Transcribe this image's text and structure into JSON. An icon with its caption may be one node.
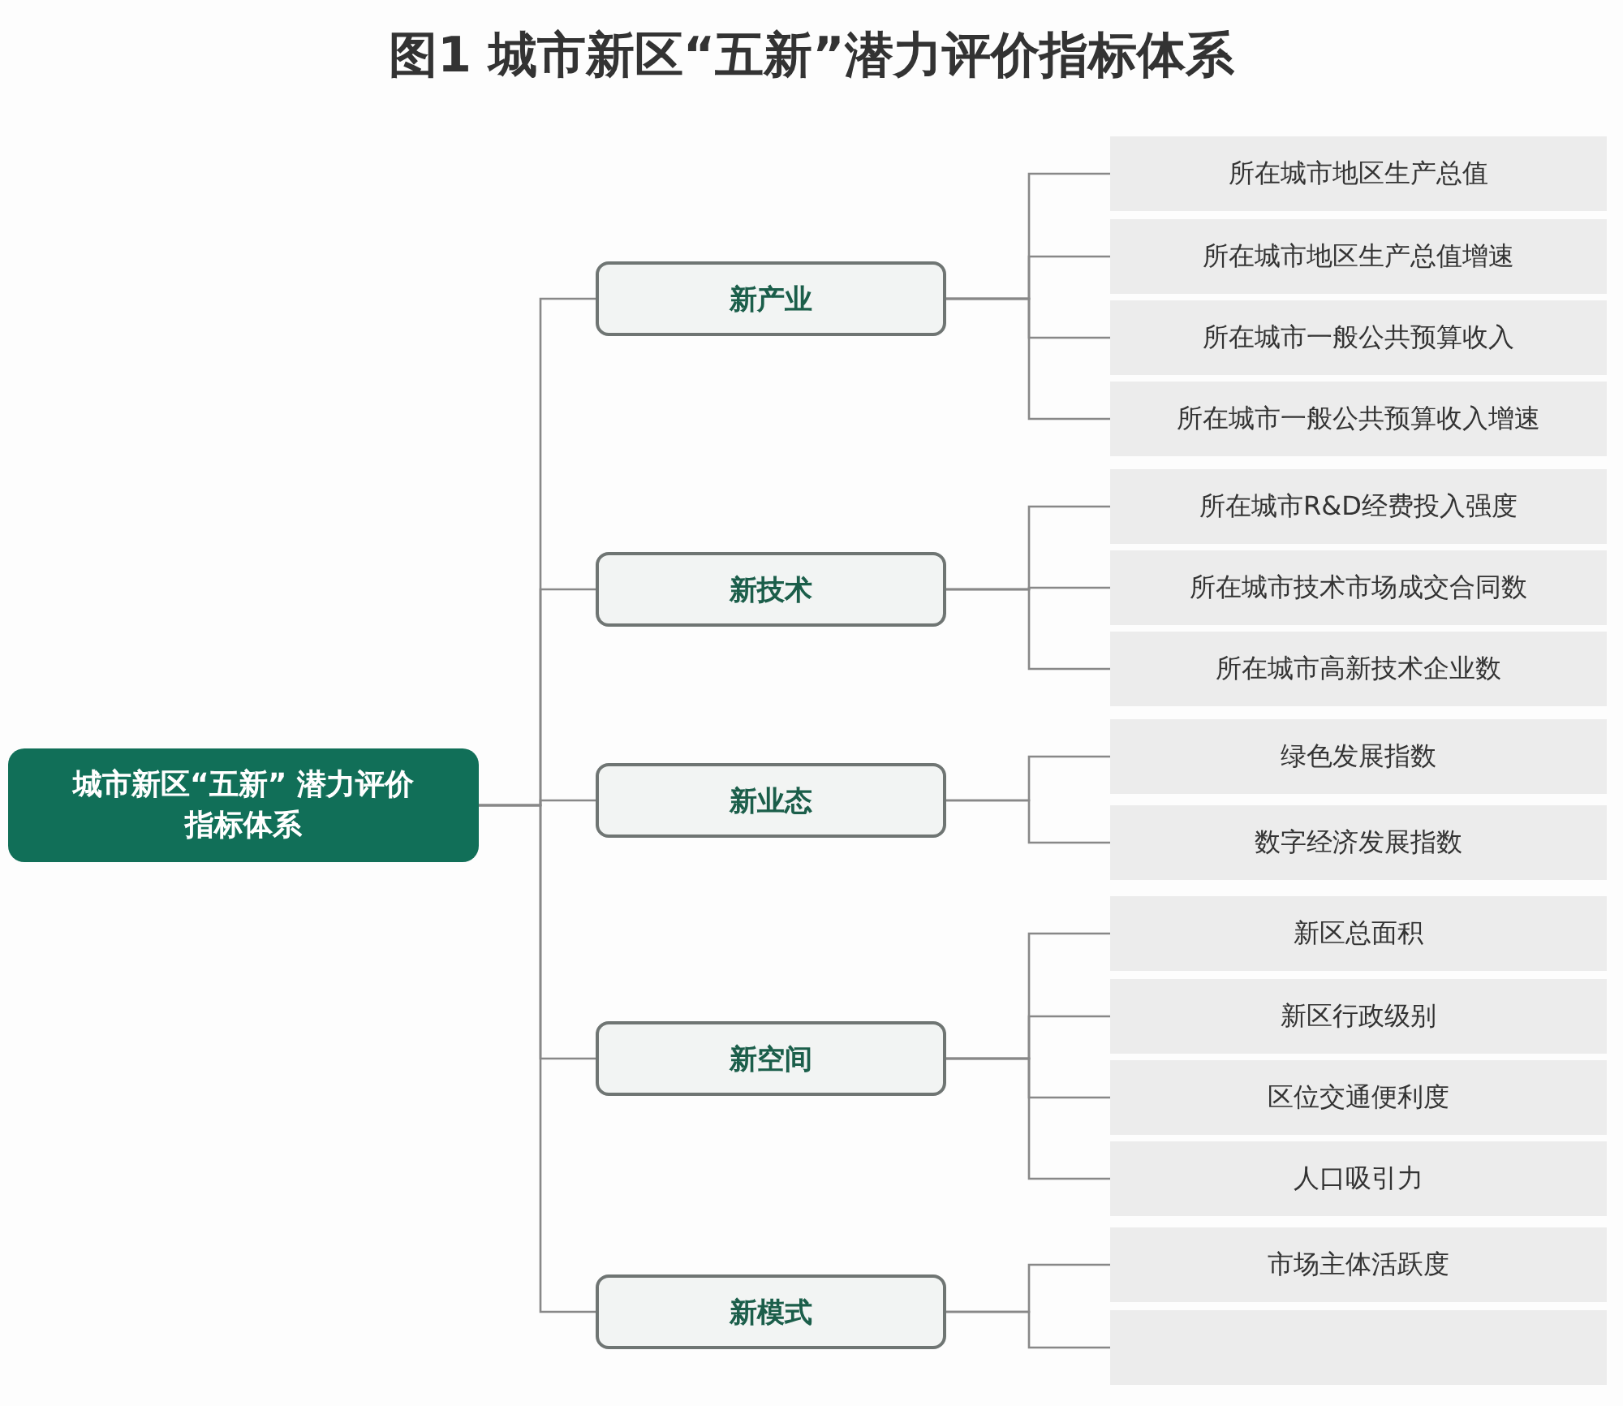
{
  "diagram": {
    "title": "图1  城市新区“五新”潜力评价指标体系",
    "nodes": [
      {
        "text": [
          "城市新区“五新” 潜力评价指标体系"
        ]
      },
      {
        "text": [
          "新产业"
        ]
      },
      {
        "text": [
          "所在城市地区生产总值"
        ]
      },
      {
        "text": [
          "所在城市地区生产总值增速"
        ]
      },
      {
        "text": [
          "所在城市一般公共预算收入"
        ]
      },
      {
        "text": [
          "所在城市一般公共预算收入增速"
        ]
      },
      {
        "text": [
          "新技术"
        ]
      },
      {
        "text": [
          "所在城市R&D经费投入强度"
        ]
      },
      {
        "text": [
          "所在城市技术市场成交合同数"
        ]
      },
      {
        "text": [
          "所在城市高新技术企业数"
        ]
      },
      {
        "text": [
          "新业态"
        ]
      },
      {
        "text": [
          "绿色发展指数"
        ]
      },
      {
        "text": [
          "数字经济发展指数"
        ]
      },
      {
        "text": [
          "新空间"
        ]
      },
      {
        "text": [
          "新区总面积"
        ]
      },
      {
        "text": [
          "新区行政级别"
        ]
      },
      {
        "text": [
          "区位交通便利度"
        ]
      },
      {
        "text": [
          "人口吸引力"
        ]
      },
      {
        "text": [
          "新模式"
        ]
      },
      {
        "text": [
          "市场主体活跃度"
        ]
      },
      {
        "text": [],
        "shape": "box"
      }
    ],
    "edges": [
      {
        "from": 0,
        "to": 1,
        "arrow": "none"
      },
      {
        "from": 0,
        "to": 6,
        "arrow": "none"
      },
      {
        "from": 0,
        "to": 10,
        "arrow": "none"
      },
      {
        "from": 0,
        "to": 13,
        "arrow": "none"
      },
      {
        "from": 0,
        "to": 18,
        "arrow": "none"
      },
      {
        "from": 1,
        "to": 2,
        "arrow": "none"
      },
      {
        "from": 1,
        "to": 3,
        "arrow": "none"
      },
      {
        "from": 1,
        "to": 4,
        "arrow": "none"
      },
      {
        "from": 1,
        "to": 5,
        "arrow": "none"
      },
      {
        "from": 6,
        "to": 7,
        "arrow": "none"
      },
      {
        "from": 6,
        "to": 8,
        "arrow": "none"
      },
      {
        "from": 6,
        "to": 9,
        "arrow": "none"
      },
      {
        "from": 10,
        "to": 11,
        "arrow": "none"
      },
      {
        "from": 10,
        "to": 12,
        "arrow": "none"
      },
      {
        "from": 13,
        "to": 14,
        "arrow": "none"
      },
      {
        "from": 13,
        "to": 15,
        "arrow": "none"
      },
      {
        "from": 13,
        "to": 16,
        "arrow": "none"
      },
      {
        "from": 13,
        "to": 17,
        "arrow": "none"
      },
      {
        "from": 18,
        "to": 19,
        "arrow": "none"
      },
      {
        "from": 18,
        "to": 20,
        "arrow": "none"
      }
    ]
  }
}
